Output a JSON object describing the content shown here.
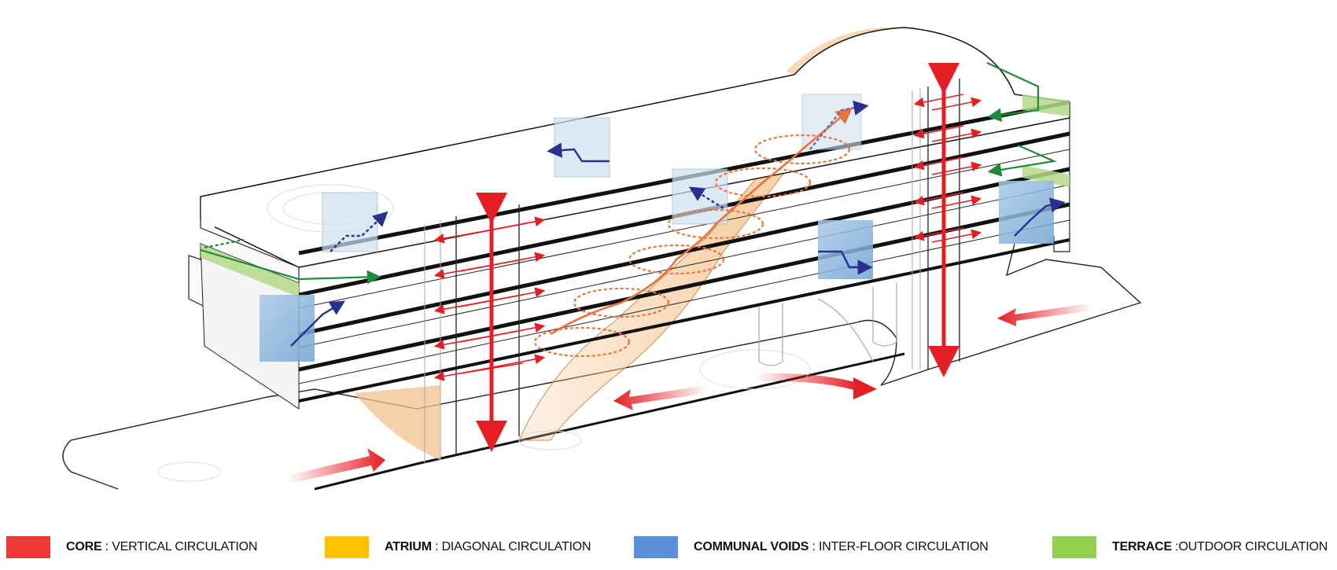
{
  "legend": [
    {
      "key": "CORE",
      "sep": " : ",
      "desc": "VERTICAL CIRCULATION",
      "color": "#f2393a"
    },
    {
      "key": "ATRIUM",
      "sep": " : ",
      "desc": "DIAGONAL CIRCULATION",
      "color": "#ffc000"
    },
    {
      "key": "COMMUNAL VOIDS",
      "sep": " : ",
      "desc": "INTER-FLOOR CIRCULATION",
      "color": "#5b8fd8"
    },
    {
      "key": "TERRACE",
      "sep": " :",
      "desc": "OUTDOOR CIRCULATION",
      "color": "#92d050"
    }
  ],
  "colors": {
    "core": "#e31e24",
    "atrium_arrow": "#e8743b",
    "atrium_fill": "#f6c99a",
    "void_arrow": "#2b2f8f",
    "void_fill": "#7fb0d8",
    "terrace_arrow": "#1f8a3a",
    "terrace_fill": "#b5d98a",
    "structure": "#111111"
  }
}
